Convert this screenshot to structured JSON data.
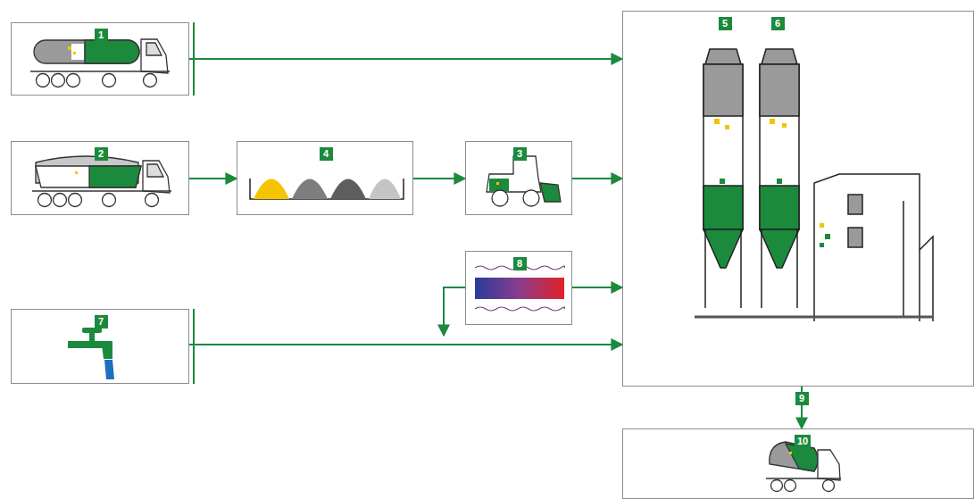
{
  "diagram": {
    "nodes": [
      {
        "text": [
          "1"
        ]
      },
      {
        "text": [
          "5",
          "6"
        ]
      },
      {
        "text": [
          "2"
        ]
      },
      {
        "text": [
          "4"
        ]
      },
      {
        "text": [
          "3"
        ]
      },
      {
        "text": [
          "8"
        ]
      },
      {
        "text": [
          "7"
        ]
      },
      {
        "text": [
          "10"
        ]
      }
    ],
    "edges": [
      {
        "from": 0,
        "to": 1,
        "arrow": "to"
      },
      {
        "from": 2,
        "to": 3,
        "arrow": "to"
      },
      {
        "from": 3,
        "to": 4,
        "arrow": "to"
      },
      {
        "from": 4,
        "to": 1,
        "arrow": "to"
      },
      {
        "from": 5,
        "to": 1,
        "arrow": "to"
      },
      {
        "from": 6,
        "to": 1,
        "arrow": "to"
      },
      {
        "from": 1,
        "to": 7,
        "label": "9",
        "arrow": "to"
      }
    ]
  }
}
